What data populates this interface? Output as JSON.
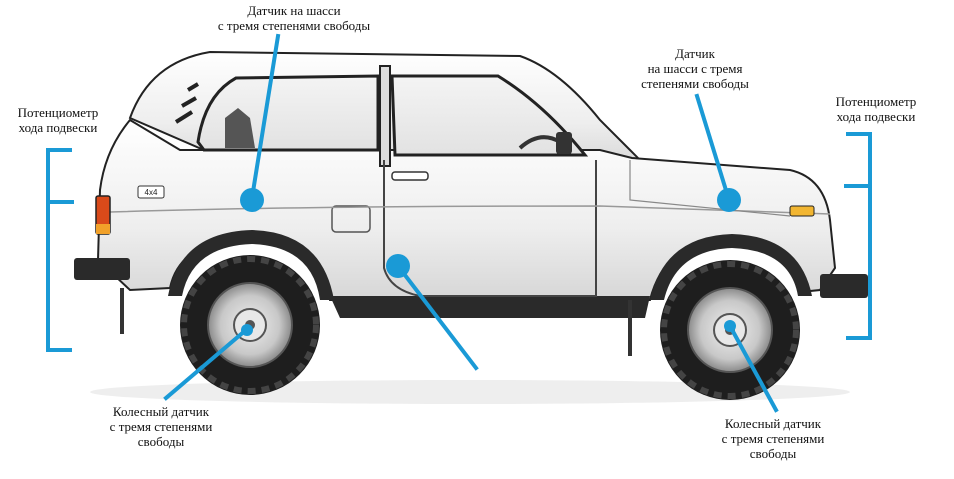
{
  "accent_color": "#1a9ad6",
  "labels": {
    "chassis_left": [
      "Датчик на шасси",
      "с тремя степенями свободы"
    ],
    "chassis_right": [
      "Датчик",
      "на шасси с тремя",
      "степенями свободы"
    ],
    "pot_left": [
      "Потенциометр",
      "хода подвески"
    ],
    "pot_right": [
      "Потенциометр",
      "хода подвески"
    ],
    "wheel_left": [
      "Колесный датчик",
      "с тремя степенями",
      "свободы"
    ],
    "wheel_right": [
      "Колесный датчик",
      "с тремя степенями",
      "свободы"
    ]
  },
  "badge": "4x4"
}
